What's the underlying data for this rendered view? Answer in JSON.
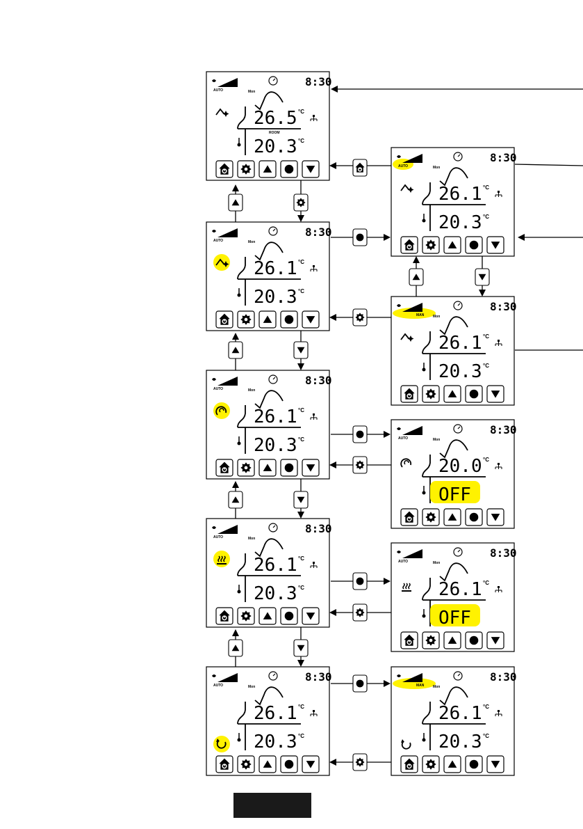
{
  "colors": {
    "highlight": "#fff200",
    "ink": "#000000",
    "footer": "#1a1a1a"
  },
  "icons": {
    "fan": "fan-icon",
    "clock": "clock-icon",
    "network": "network-icon",
    "thermometer": "thermometer-icon",
    "comfort": "comfort-mode-icon",
    "eco": "eco-mode-icon",
    "heating": "heating-mode-icon",
    "cycle": "cycle-mode-icon",
    "home": "home-button-icon",
    "settings": "settings-button-icon",
    "up": "up-button-icon",
    "ok": "ok-button-icon",
    "down": "down-button-icon"
  },
  "screens": [
    {
      "id": "s1",
      "fan_label": "AUTO",
      "time": "8:30",
      "day": "Mon",
      "top_value": "26.5",
      "bottom_value": "20.3",
      "unit": "°C",
      "room_label": "ROOM",
      "mode_icon": "comfort",
      "hl_mode": false,
      "hl_fan": false
    },
    {
      "id": "s2",
      "fan_label": "AUTO",
      "time": "8:30",
      "day": "Mon",
      "top_value": "26.1",
      "bottom_value": "20.3",
      "unit": "°C",
      "room_label": "",
      "mode_icon": "comfort",
      "hl_mode": true,
      "hl_fan": false
    },
    {
      "id": "s3",
      "fan_label": "AUTO",
      "time": "8:30",
      "day": "Mon",
      "top_value": "26.1",
      "bottom_value": "20.3",
      "unit": "°C",
      "room_label": "",
      "mode_icon": "eco",
      "hl_mode": true,
      "hl_fan": false
    },
    {
      "id": "s4",
      "fan_label": "AUTO",
      "time": "8:30",
      "day": "Mon",
      "top_value": "26.1",
      "bottom_value": "20.3",
      "unit": "°C",
      "room_label": "",
      "mode_icon": "heating",
      "hl_mode": true,
      "hl_fan": false
    },
    {
      "id": "s5",
      "fan_label": "AUTO",
      "time": "8:30",
      "day": "Mon",
      "top_value": "26.1",
      "bottom_value": "20.3",
      "unit": "°C",
      "room_label": "",
      "mode_icon": "cycle",
      "hl_mode": true,
      "hl_fan": false
    },
    {
      "id": "r1",
      "fan_label": "AUTO",
      "time": "8:30",
      "day": "Mon",
      "top_value": "26.1",
      "bottom_value": "20.3",
      "unit": "°C",
      "room_label": "",
      "mode_icon": "comfort",
      "hl_mode": false,
      "hl_fan": true
    },
    {
      "id": "r2",
      "fan_label": "MAN",
      "time": "8:30",
      "day": "Mon",
      "top_value": "26.1",
      "bottom_value": "20.3",
      "unit": "°C",
      "room_label": "",
      "mode_icon": "comfort",
      "hl_mode": false,
      "hl_fan": true
    },
    {
      "id": "r3",
      "fan_label": "AUTO",
      "time": "8:30",
      "day": "Mon",
      "top_value": "20.0",
      "bottom_value": "OFF",
      "unit": "°C",
      "room_label": "",
      "mode_icon": "eco",
      "hl_mode": false,
      "hl_fan": false,
      "hl_bottom": true
    },
    {
      "id": "r4",
      "fan_label": "AUTO",
      "time": "8:30",
      "day": "Mon",
      "top_value": "26.1",
      "bottom_value": "OFF",
      "unit": "°C",
      "room_label": "",
      "mode_icon": "heating",
      "hl_mode": false,
      "hl_fan": false,
      "hl_bottom": true
    },
    {
      "id": "r5",
      "fan_label": "MAN",
      "time": "8:30",
      "day": "Mon",
      "top_value": "26.1",
      "bottom_value": "20.3",
      "unit": "°C",
      "room_label": "",
      "mode_icon": "cycle",
      "hl_mode": false,
      "hl_fan": true
    }
  ],
  "connectors": [
    {
      "id": "c1",
      "button": "home"
    },
    {
      "id": "c2",
      "button": "up"
    },
    {
      "id": "c3",
      "button": "settings"
    },
    {
      "id": "c4",
      "button": "ok"
    },
    {
      "id": "c5",
      "button": "up"
    },
    {
      "id": "c6",
      "button": "down"
    },
    {
      "id": "c7",
      "button": "settings"
    },
    {
      "id": "c8",
      "button": "up"
    },
    {
      "id": "c9",
      "button": "down"
    },
    {
      "id": "c10",
      "button": "ok"
    },
    {
      "id": "c11",
      "button": "settings"
    },
    {
      "id": "c12",
      "button": "up"
    },
    {
      "id": "c13",
      "button": "down"
    },
    {
      "id": "c14",
      "button": "ok"
    },
    {
      "id": "c15",
      "button": "settings"
    },
    {
      "id": "c16",
      "button": "up"
    },
    {
      "id": "c17",
      "button": "down"
    },
    {
      "id": "c18",
      "button": "ok"
    },
    {
      "id": "c19",
      "button": "settings"
    }
  ],
  "footer": {
    "label": ""
  }
}
